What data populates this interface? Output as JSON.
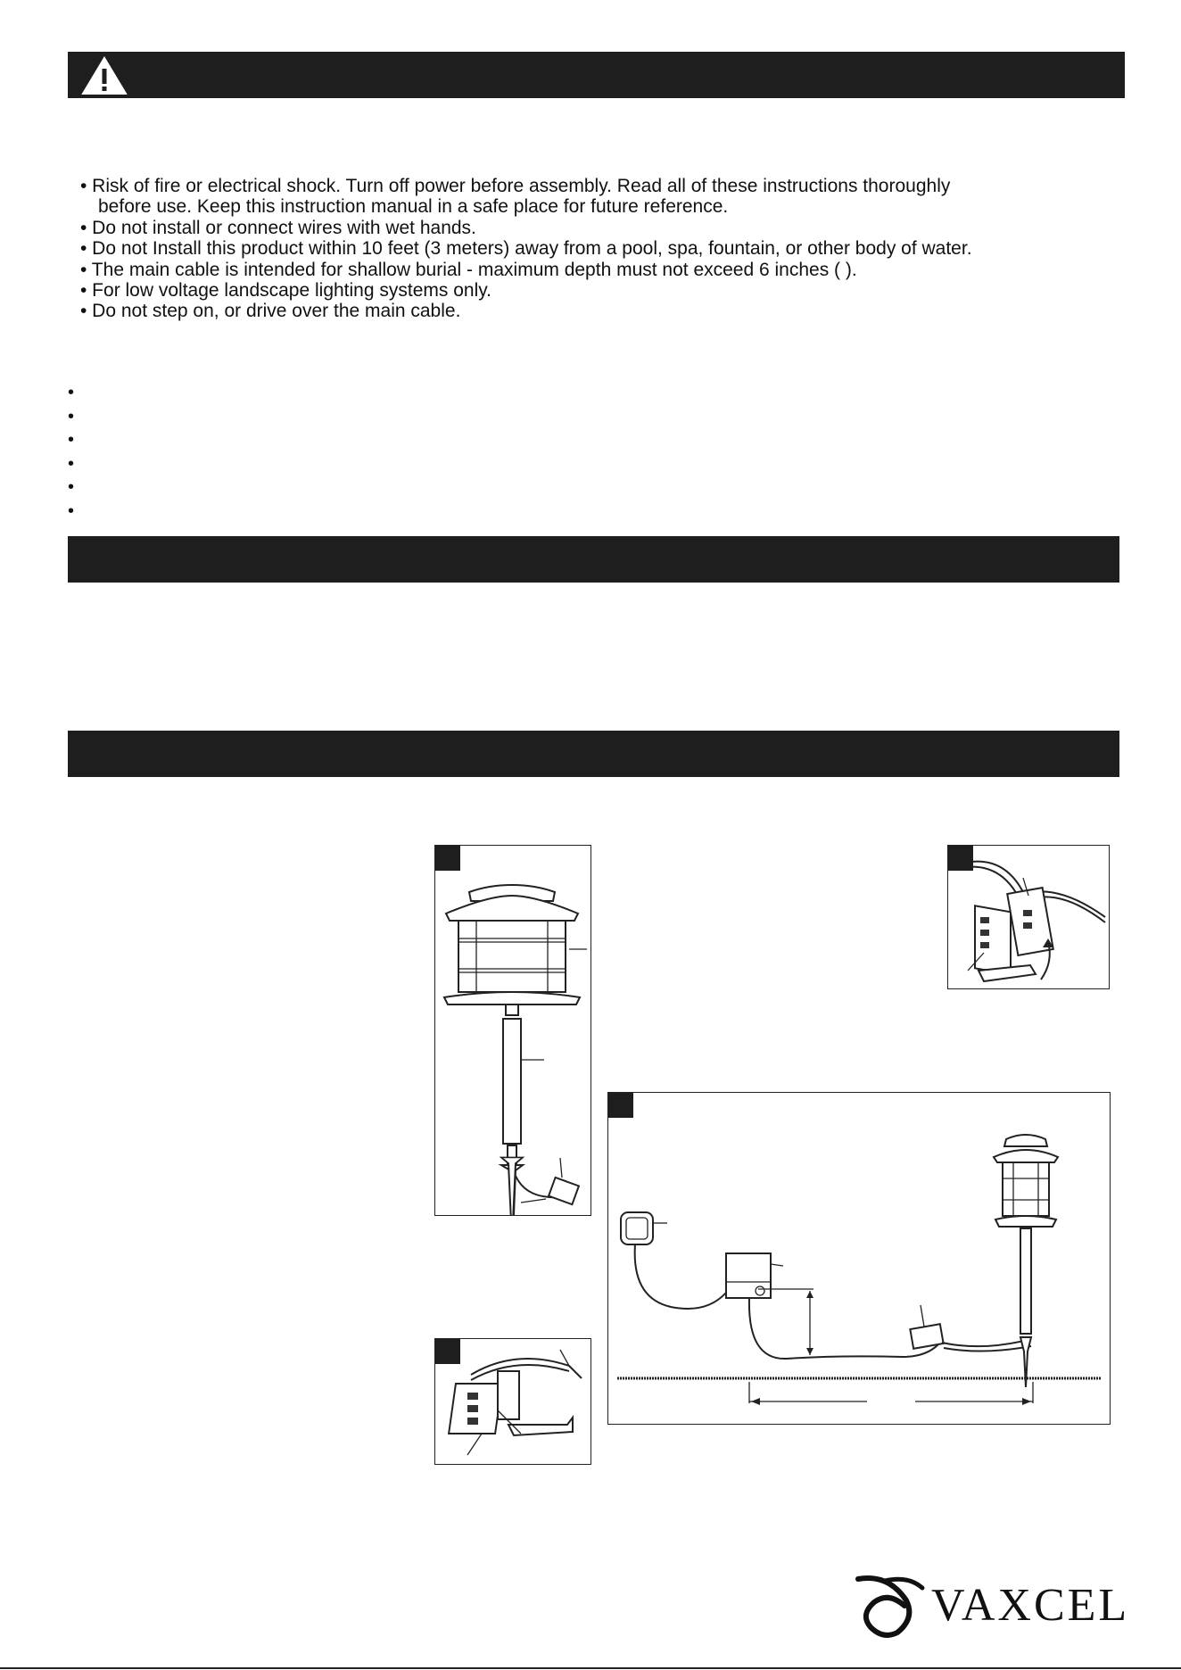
{
  "warnings": {
    "lines": [
      {
        "text": "• Risk of fire or electrical shock. Turn off power before assembly. Read all of these instructions thoroughly",
        "cont": false
      },
      {
        "text": "before use. Keep this instruction manual in a safe place for future reference.",
        "cont": true
      },
      {
        "text": "• Do not install or connect wires with wet hands.",
        "cont": false
      },
      {
        "text": "• Do not Install this product within 10 feet (3 meters) away from a pool, spa, fountain, or other body of water.",
        "cont": false
      },
      {
        "text": "• The main cable is intended for shallow burial - maximum depth must not exceed 6 inches (          ).",
        "cont": false
      },
      {
        "text": "• For low voltage landscape lighting systems only.",
        "cont": false
      },
      {
        "text": "• Do not step on, or drive over the main cable.",
        "cont": false
      }
    ]
  },
  "notes": {
    "bullets": [
      "•",
      "•",
      "•",
      "•",
      "•",
      "•"
    ]
  },
  "figures": {
    "icon_names": [
      "warning-icon",
      "landscape-light-icon",
      "connector-icon",
      "transformer-icon",
      "outlet-icon"
    ]
  },
  "brand": {
    "name": "VAXCEL"
  },
  "colors": {
    "bar": "#1e1e1e",
    "ink": "#222222",
    "background": "#ffffff"
  }
}
